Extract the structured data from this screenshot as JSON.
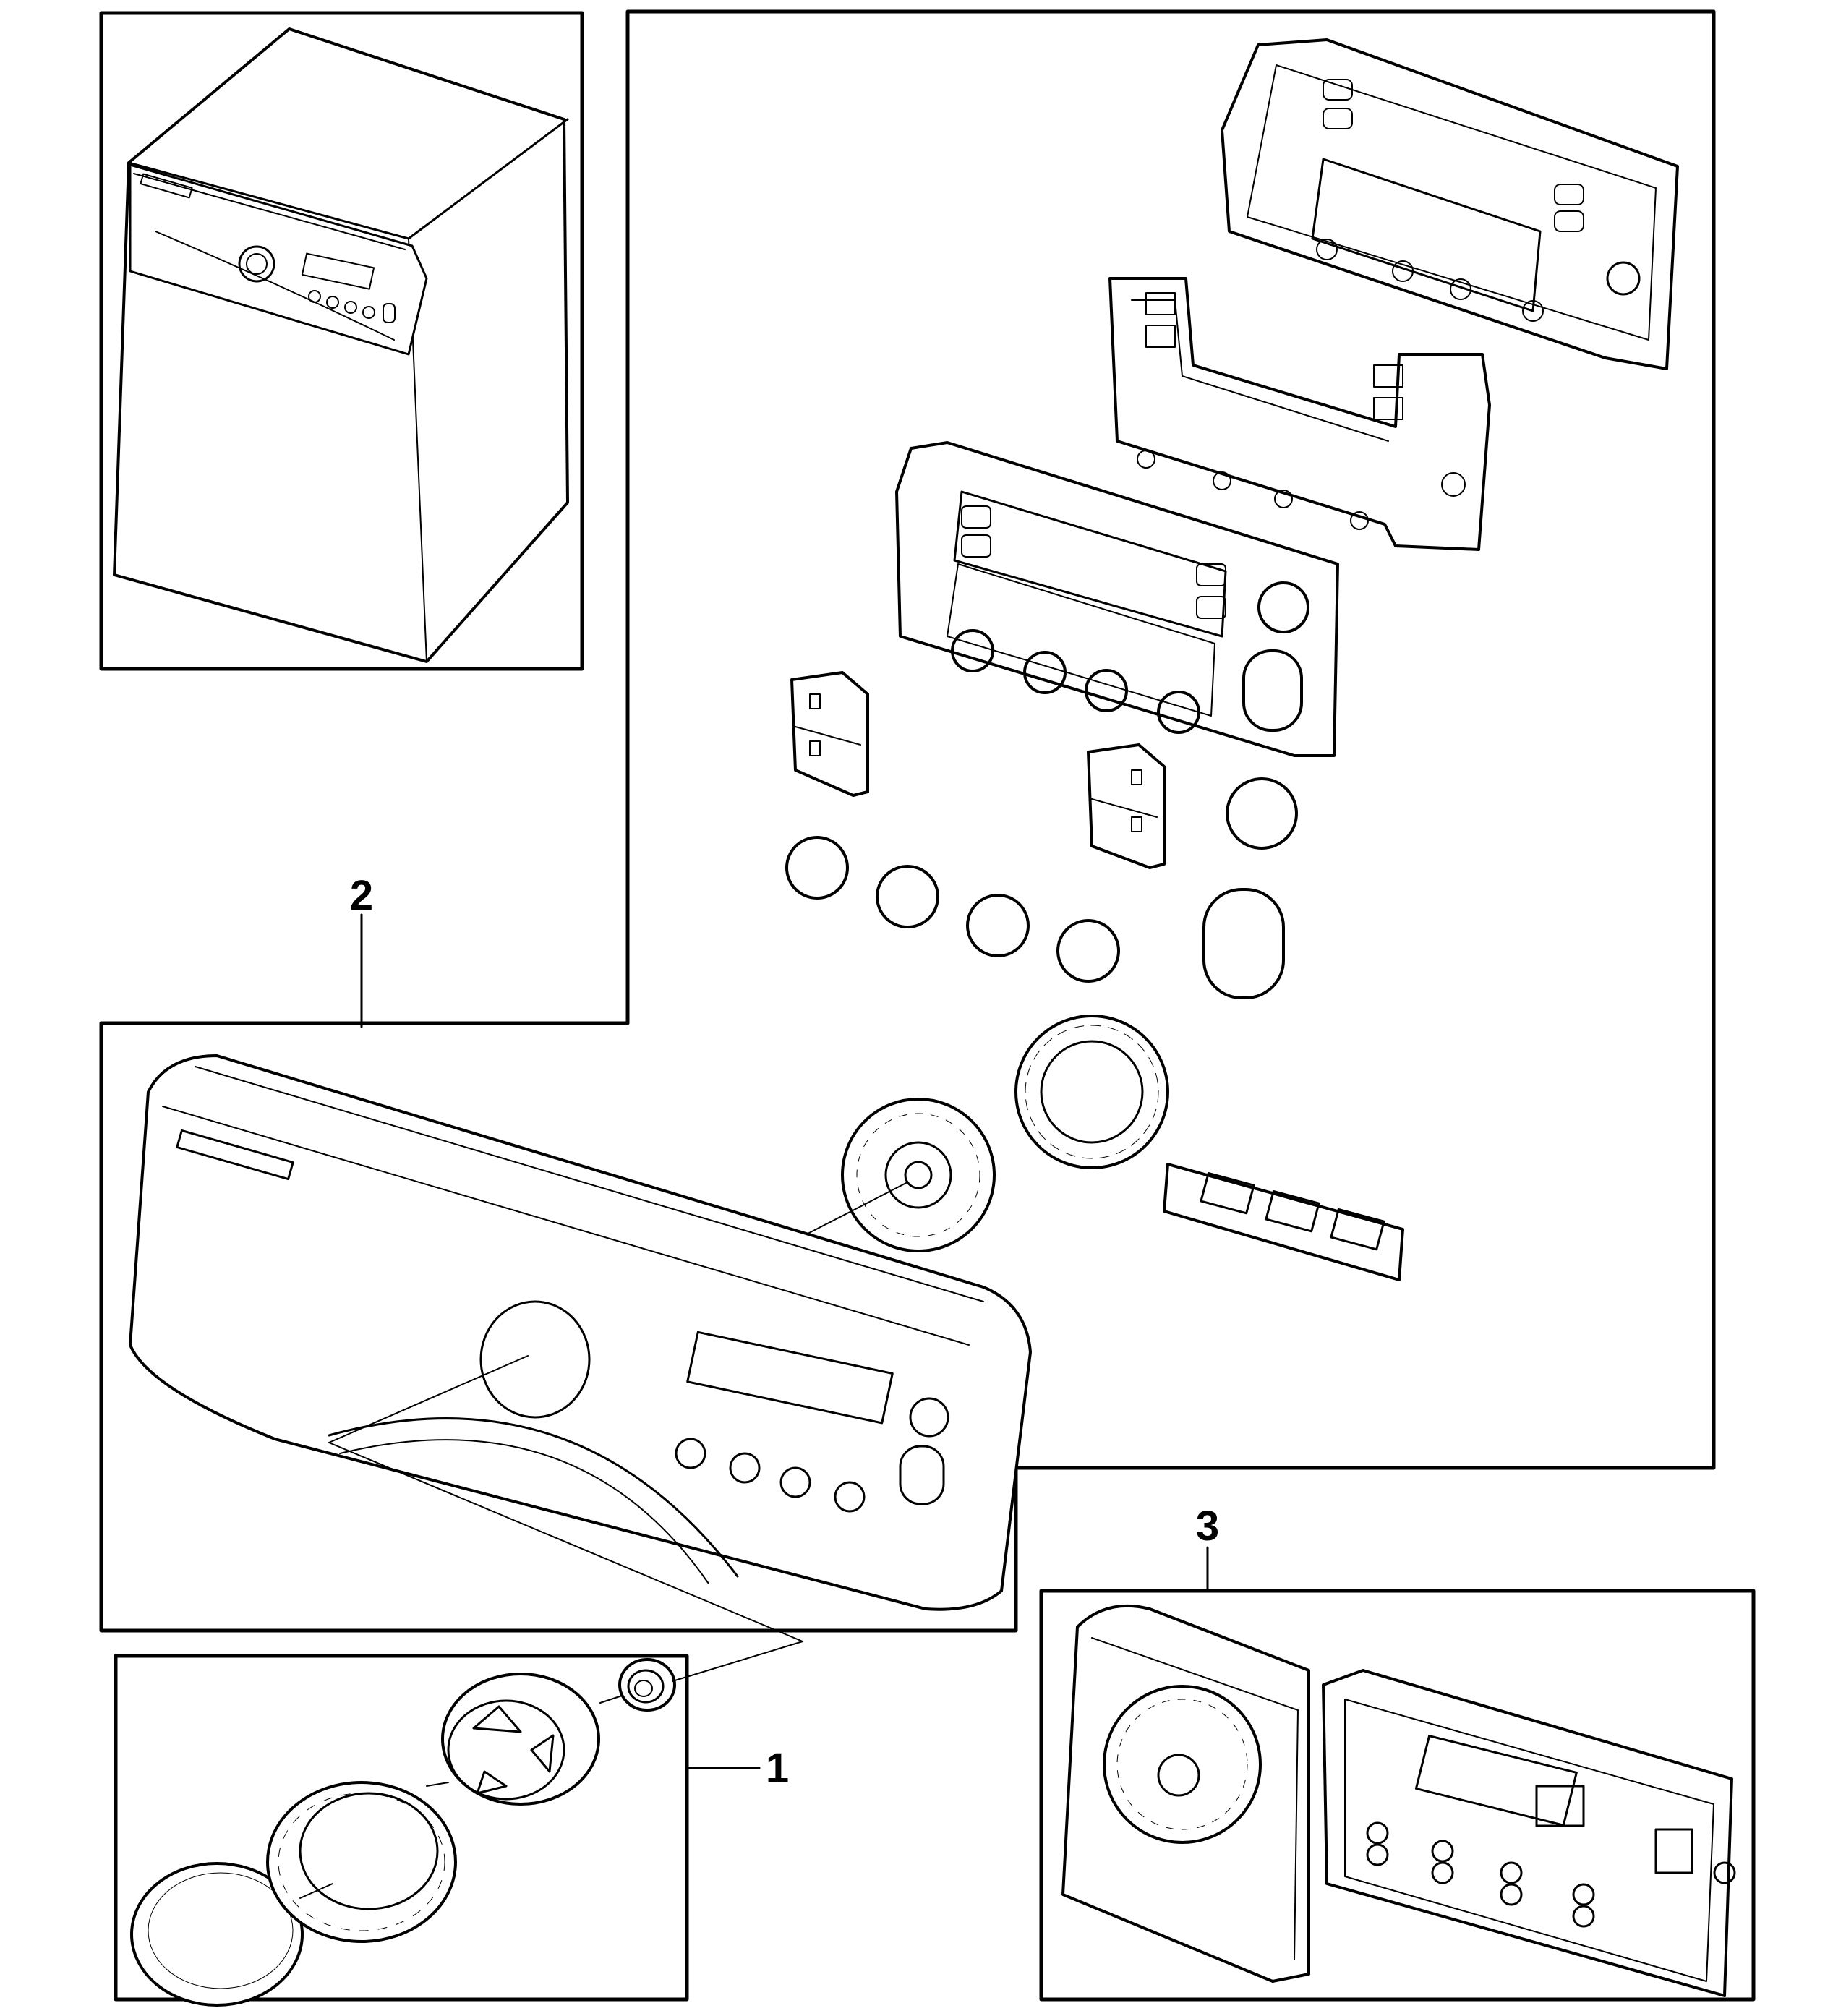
{
  "callouts": {
    "item1": "1",
    "item2": "2",
    "item3": "3"
  },
  "colors": {
    "line": "#000000",
    "background": "#ffffff"
  }
}
